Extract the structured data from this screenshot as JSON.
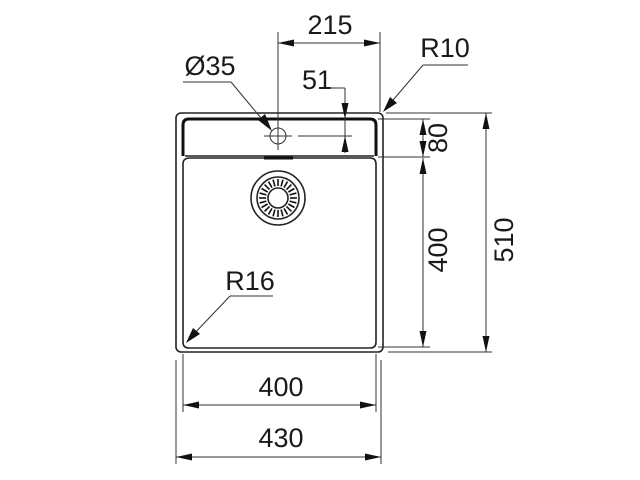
{
  "drawing": {
    "subject": "Single-bowl sink technical drawing (top view)",
    "units": "mm",
    "dimensions": {
      "tap_hole_diameter": "Ø35",
      "tap_hole_offset_from_edge": "215",
      "tap_hole_to_bowl_edge": "51",
      "corner_radius_outer": "R10",
      "corner_radius_bowl": "R16",
      "drainer_strip_depth": "80",
      "bowl_depth_length": "400",
      "overall_length": "510",
      "bowl_width": "400",
      "overall_width": "430"
    }
  }
}
